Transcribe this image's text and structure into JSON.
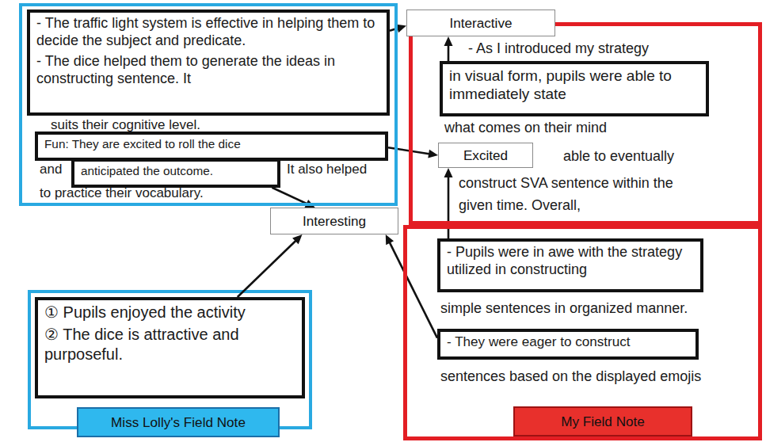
{
  "diagram": {
    "nodes": [
      {
        "text": [
          "suits their cognitive level.",
          "and",
          "It also helped",
          "to practice their vocabulary."
        ]
      },
      {
        "text": [
          "- The traffic light system is effective in helping them to decide the subject and predicate.",
          "- The dice helped them to generate the ideas in constructing sentence. It"
        ],
        "in": 0
      },
      {
        "text": [
          "Fun: They are excited to roll the dice"
        ],
        "in": 0
      },
      {
        "text": [
          "anticipated the outcome."
        ],
        "in": 0
      },
      {
        "text": [
          "Interactive"
        ]
      },
      {
        "text": [
          "- As I introduced my strategy",
          "what comes on their mind",
          "able to eventually",
          "construct SVA sentence within the",
          "given time. Overall,"
        ]
      },
      {
        "text": [
          "in visual form, pupils were able to immediately state"
        ],
        "in": 5
      },
      {
        "text": [
          "Excited"
        ]
      },
      {
        "text": [
          "Interesting"
        ]
      },
      {
        "text": [
          "simple sentences in organized manner.",
          "sentences based on the displayed emojis"
        ]
      },
      {
        "text": [
          "- Pupils were in awe with the strategy utilized in constructing"
        ],
        "in": 9
      },
      {
        "text": [
          "- They were eager to construct"
        ],
        "in": 9
      },
      {
        "text": [
          "① Pupils enjoyed the activity",
          "② The dice is attractive and purposeful."
        ]
      },
      {
        "text": [
          "Miss Lolly's Field Note"
        ]
      },
      {
        "text": [
          "My Field Note"
        ],
        "in": 9
      }
    ],
    "edges": [
      {
        "from": 1,
        "to": 4,
        "arrow": "to"
      },
      {
        "from": 6,
        "to": 4,
        "arrow": "to"
      },
      {
        "from": 2,
        "to": 7,
        "arrow": "to"
      },
      {
        "from": 10,
        "to": 7,
        "arrow": "to"
      },
      {
        "from": 3,
        "to": 8,
        "arrow": "to"
      },
      {
        "from": 12,
        "to": 8,
        "arrow": "to"
      },
      {
        "from": 11,
        "to": 8,
        "arrow": "to"
      }
    ]
  }
}
